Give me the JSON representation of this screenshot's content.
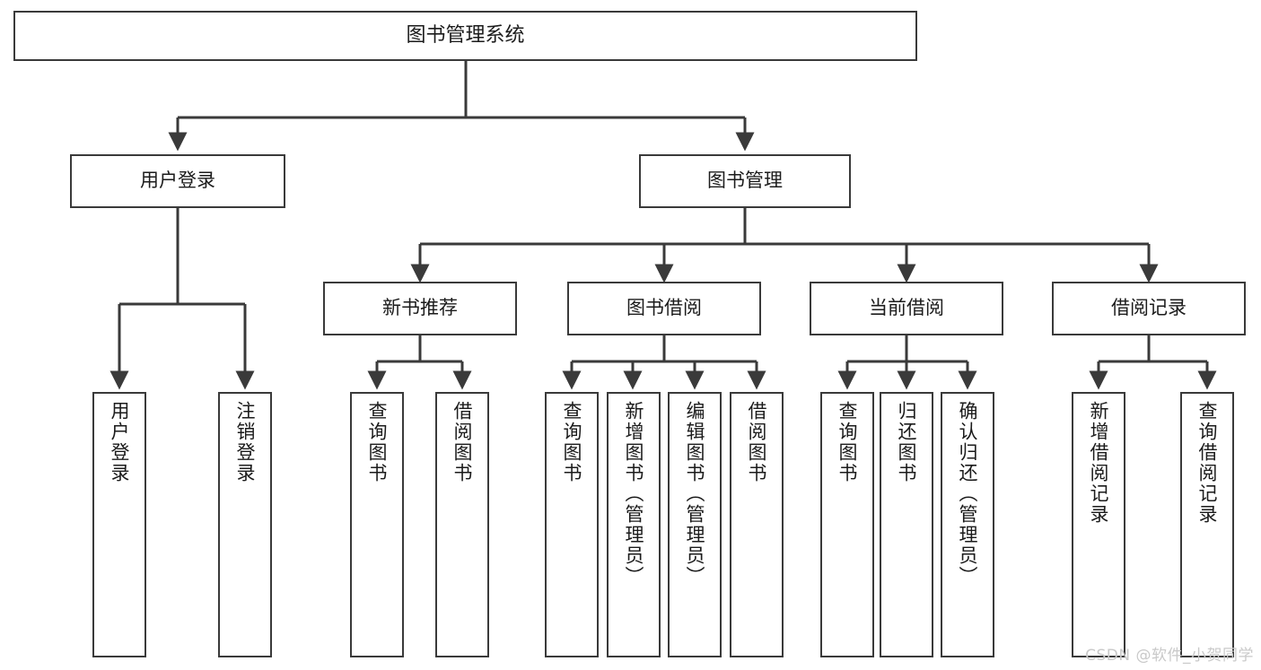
{
  "diagram": {
    "type": "tree",
    "title": "图书管理系统",
    "root": {
      "label": "图书管理系统"
    },
    "level1": [
      {
        "label": "用户登录"
      },
      {
        "label": "图书管理"
      }
    ],
    "level2": [
      {
        "label": "新书推荐"
      },
      {
        "label": "图书借阅"
      },
      {
        "label": "当前借阅"
      },
      {
        "label": "借阅记录"
      }
    ],
    "leaves": {
      "user_login": [
        {
          "label": "用户登录"
        },
        {
          "label": "注销登录"
        }
      ],
      "new_book_recommend": [
        {
          "label": "查询图书"
        },
        {
          "label": "借阅图书"
        }
      ],
      "book_borrow": [
        {
          "label": "查询图书"
        },
        {
          "label": "新增图书（管理员）"
        },
        {
          "label": "编辑图书（管理员）"
        },
        {
          "label": "借阅图书"
        }
      ],
      "current_borrow": [
        {
          "label": "查询图书"
        },
        {
          "label": "归还图书"
        },
        {
          "label": "确认归还（管理员）"
        }
      ],
      "borrow_record": [
        {
          "label": "新增借阅记录"
        },
        {
          "label": "查询借阅记录"
        }
      ]
    }
  },
  "watermark": {
    "text": "CSDN @软件_小贺同学"
  },
  "colors": {
    "stroke": "#3a3a3a",
    "text": "#1b1b1b",
    "background": "#ffffff",
    "watermark": "#c9c9c9"
  }
}
